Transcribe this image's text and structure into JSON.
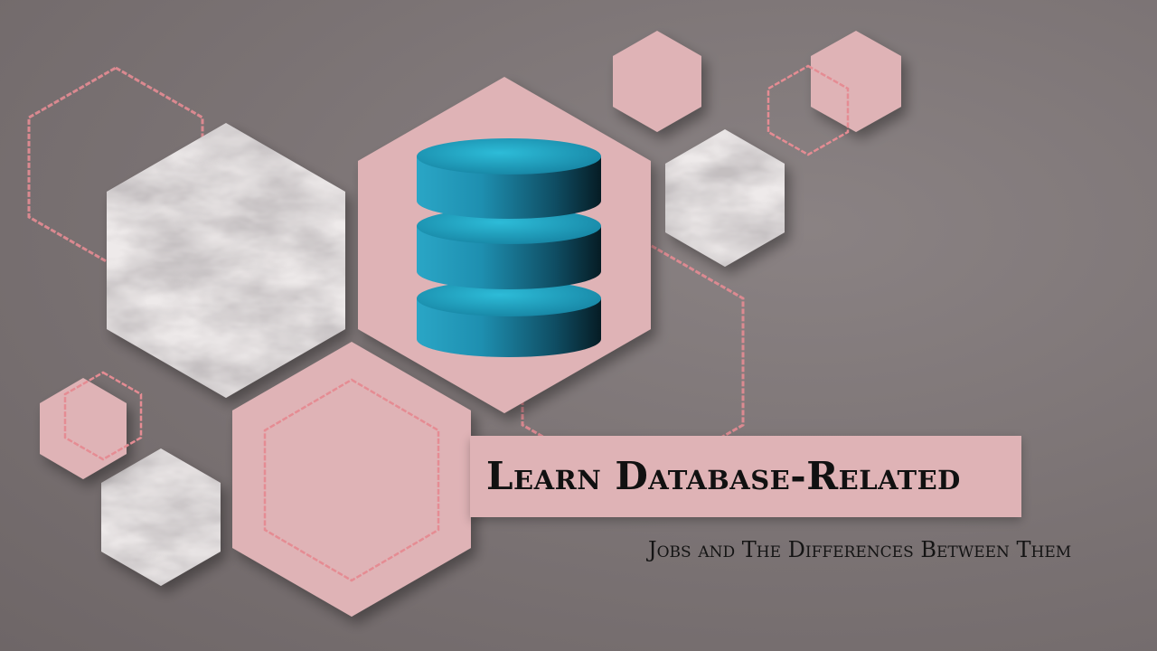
{
  "banner": {
    "title": "Learn Database-Related",
    "subtitle": "Jobs and The Differences Between Them"
  },
  "palette": {
    "background": "#7a7273",
    "pink": "#dfb3b6",
    "outline": "#e58c93",
    "cylinder": "#1b8fb0"
  },
  "icons": [
    "database-icon",
    "hexagon",
    "hexagon-outline",
    "marble-hexagon"
  ]
}
